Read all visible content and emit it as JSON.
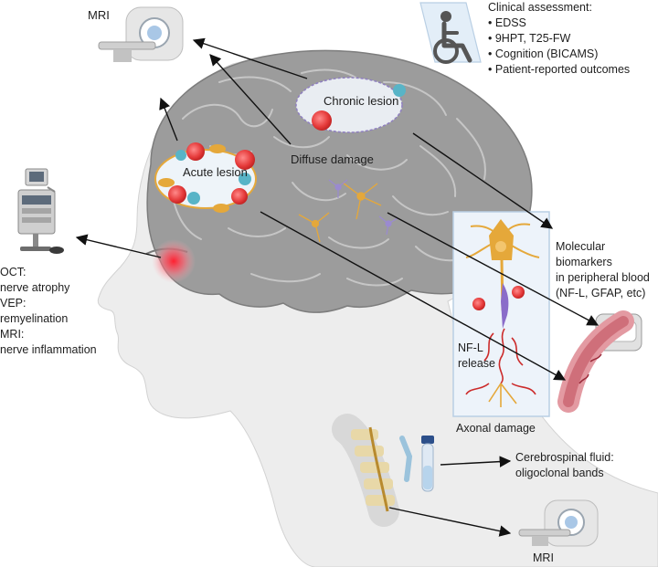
{
  "labels": {
    "mri_top": "MRI",
    "mri_bottom": "MRI",
    "chronic_lesion": "Chronic lesion",
    "acute_lesion": "Acute lesion",
    "diffuse_damage": "Diffuse damage",
    "clinical_title": "Clinical assessment:",
    "clinical_items": [
      "EDSS",
      "9HPT, T25-FW",
      "Cognition (BICAMS)",
      "Patient-reported outcomes"
    ],
    "eye_lines": [
      "OCT:",
      "nerve atrophy",
      "VEP:",
      "remyelination",
      "MRI:",
      "nerve inflammation"
    ],
    "biomarkers_lines": [
      "Molecular",
      "biomarkers",
      "in peripheral blood",
      "(NF-L, GFAP, etc)"
    ],
    "nfl_lines": [
      "NF-L",
      "release"
    ],
    "axonal_damage": "Axonal damage",
    "csf_lines": [
      "Cerebrospinal fluid:",
      "oligoclonal bands"
    ]
  },
  "icons": {
    "mri_scanner": "mri-scanner-icon",
    "wheelchair": "wheelchair-icon",
    "oct_device": "oct-device-icon",
    "blood_vessel": "blood-vessel-icon",
    "csf_tube": "csf-tube-icon"
  },
  "colors": {
    "skin": "#ededed",
    "brain": "#9c9c9c",
    "lesion_red": "#e53a3a",
    "cell_blue": "#58b4c7",
    "neuron_gold": "#e5a83a",
    "box_border": "#b9cfe4",
    "box_fill": "#edf3fa"
  }
}
